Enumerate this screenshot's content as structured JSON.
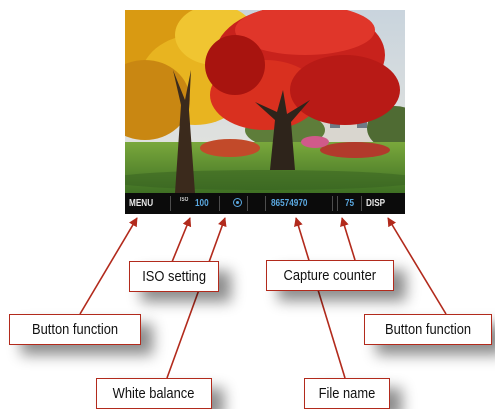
{
  "status_bar": {
    "menu": "MENU",
    "iso_prefix": "ISO",
    "iso": "100",
    "file_name": "86574970",
    "capture_counter": "75",
    "disp": "DISP"
  },
  "callouts": {
    "button_function_left": "Button function",
    "iso_setting": "ISO setting",
    "white_balance": "White balance",
    "capture_counter": "Capture counter",
    "file_name": "File name",
    "button_function_right": "Button function"
  },
  "colors": {
    "callout_border": "#b22a1c",
    "arrow": "#b22a1c",
    "status_bar_bg": "#0b0b0b",
    "status_value_blue": "#5aa8e0",
    "status_value_white": "#e8e8e8"
  },
  "icons": {
    "white_balance": "auto-white-balance-icon"
  }
}
